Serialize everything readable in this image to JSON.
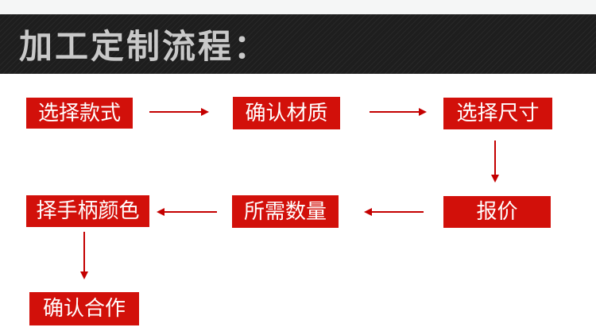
{
  "header": {
    "title": "加工定制流程："
  },
  "colors": {
    "node_bg": "#d2100a",
    "node_text": "#ffffff",
    "arrow": "#c40000",
    "header_bg": "#1e1e1e",
    "header_text": "#c9c9c9",
    "page_bg": "#ffffff",
    "top_strip_bg": "#f5f6f6"
  },
  "flow": {
    "steps": [
      {
        "label": "选择款式"
      },
      {
        "label": "确认材质"
      },
      {
        "label": "选择尺寸"
      },
      {
        "label": "报价"
      },
      {
        "label": "所需数量"
      },
      {
        "label": "择手柄颜色"
      },
      {
        "label": "确认合作"
      }
    ],
    "connections": [
      {
        "from": "选择款式",
        "to": "确认材质",
        "direction": "right"
      },
      {
        "from": "确认材质",
        "to": "选择尺寸",
        "direction": "right"
      },
      {
        "from": "选择尺寸",
        "to": "报价",
        "direction": "down"
      },
      {
        "from": "报价",
        "to": "所需数量",
        "direction": "left"
      },
      {
        "from": "所需数量",
        "to": "择手柄颜色",
        "direction": "left"
      },
      {
        "from": "择手柄颜色",
        "to": "确认合作",
        "direction": "down"
      }
    ]
  }
}
